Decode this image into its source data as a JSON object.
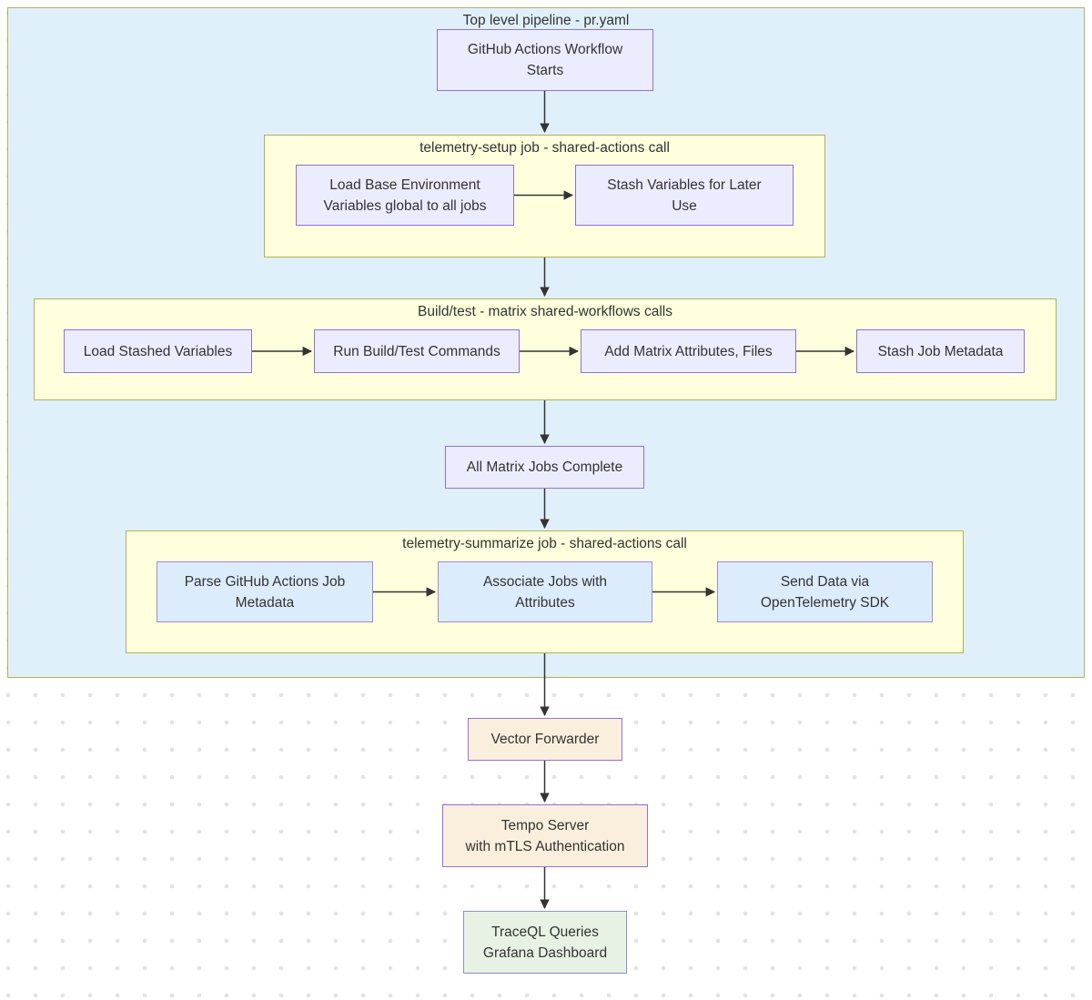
{
  "title": "Top level pipeline - pr.yaml",
  "subgraphs": {
    "setup": "telemetry-setup job - shared-actions call",
    "build": "Build/test - matrix shared-workflows calls",
    "summarize": "telemetry-summarize job - shared-actions call"
  },
  "nodes": {
    "start": "GitHub Actions Workflow\nStarts",
    "load_base": "Load Base Environment\nVariables global to all jobs",
    "stash_vars": "Stash Variables for Later\nUse",
    "load_stashed": "Load Stashed Variables",
    "run_build": "Run Build/Test Commands",
    "add_matrix": "Add Matrix Attributes, Files",
    "stash_job": "Stash Job Metadata",
    "all_complete": "All Matrix Jobs Complete",
    "parse": "Parse GitHub Actions Job\nMetadata",
    "associate": "Associate Jobs with\nAttributes",
    "send": "Send Data via\nOpenTelemetry SDK",
    "vector": "Vector Forwarder",
    "tempo": "Tempo Server\nwith mTLS Authentication",
    "traceql": "TraceQL Queries\nGrafana Dashboard"
  },
  "colors": {
    "outerFill": "#e0f0fa",
    "subgraphFill": "#ffffde",
    "oliveBorder": "#b2b254",
    "nodePurpleFill": "#ececff",
    "nodePurpleBorder": "#9370db",
    "nodeBlueFill": "#dcecfc",
    "nodeBlueBorder": "#9f8ad6",
    "nodeCreamFill": "#faefdc",
    "nodeGreenFill": "#e7f2e4",
    "nodeGreenBorder": "#8f8fd8",
    "edgeColor": "#333333",
    "dotColor": "#e3e3e3"
  }
}
